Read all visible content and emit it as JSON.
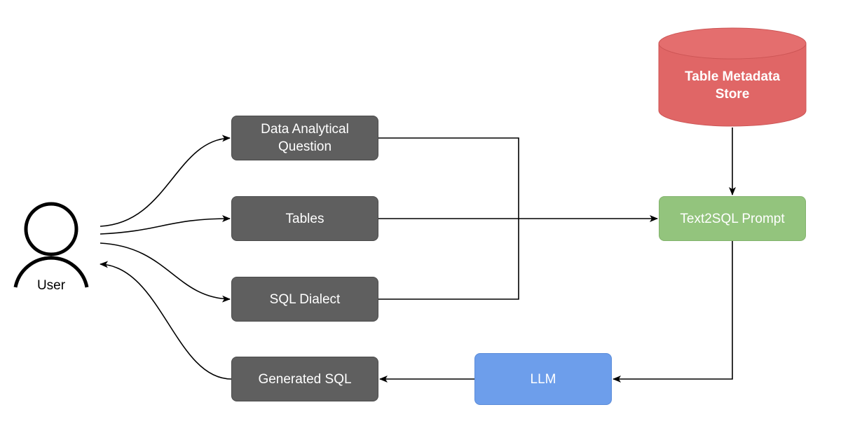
{
  "actor": {
    "label": "User",
    "icon": "person-icon"
  },
  "nodes": {
    "question": "Data Analytical\nQuestion",
    "tables": "Tables",
    "dialect": "SQL Dialect",
    "generated_sql": "Generated SQL",
    "prompt": "Text2SQL Prompt",
    "llm": "LLM",
    "metadata_store": "Table Metadata\nStore"
  },
  "colors": {
    "input_boxes": "#5f5f5f",
    "prompt": "#93c47d",
    "llm": "#6d9eeb",
    "metadata_store": "#e06666",
    "edges": "#000000"
  }
}
